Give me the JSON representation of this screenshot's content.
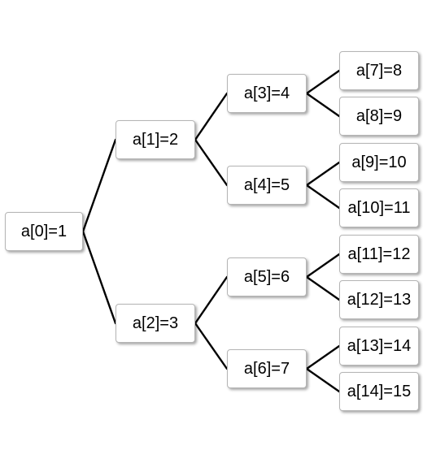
{
  "tree": {
    "nodes": [
      {
        "id": 0,
        "label": "a[0]=1"
      },
      {
        "id": 1,
        "label": "a[1]=2"
      },
      {
        "id": 2,
        "label": "a[2]=3"
      },
      {
        "id": 3,
        "label": "a[3]=4"
      },
      {
        "id": 4,
        "label": "a[4]=5"
      },
      {
        "id": 5,
        "label": "a[5]=6"
      },
      {
        "id": 6,
        "label": "a[6]=7"
      },
      {
        "id": 7,
        "label": "a[7]=8"
      },
      {
        "id": 8,
        "label": "a[8]=9"
      },
      {
        "id": 9,
        "label": "a[9]=10"
      },
      {
        "id": 10,
        "label": "a[10]=11"
      },
      {
        "id": 11,
        "label": "a[11]=12"
      },
      {
        "id": 12,
        "label": "a[12]=13"
      },
      {
        "id": 13,
        "label": "a[13]=14"
      },
      {
        "id": 14,
        "label": "a[14]=15"
      }
    ],
    "edges": [
      [
        0,
        1
      ],
      [
        0,
        2
      ],
      [
        1,
        3
      ],
      [
        1,
        4
      ],
      [
        2,
        5
      ],
      [
        2,
        6
      ],
      [
        3,
        7
      ],
      [
        3,
        8
      ],
      [
        4,
        9
      ],
      [
        4,
        10
      ],
      [
        5,
        11
      ],
      [
        5,
        12
      ],
      [
        6,
        13
      ],
      [
        6,
        14
      ]
    ],
    "colors": {
      "line": "#000000",
      "node_border": "#b5b5b5",
      "node_fill": "#ffffff"
    }
  }
}
